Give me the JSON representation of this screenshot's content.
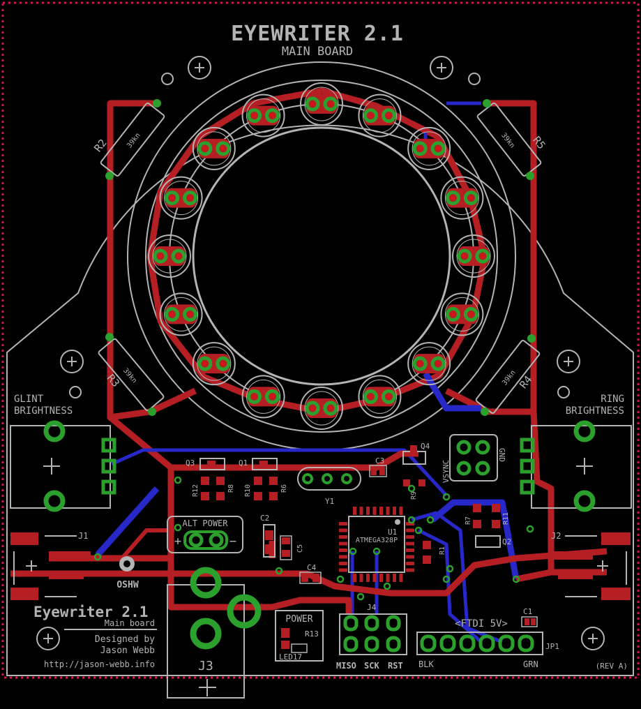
{
  "colors": {
    "background": "#000000",
    "silkscreen": "#b4b4b4",
    "copper_top": "#b51f24",
    "copper_bottom": "#2828c8",
    "pad": "#2ca02c",
    "drill": "#e01010",
    "dimension": "#c8185a"
  },
  "board": {
    "title": "EYEWRITER 2.1",
    "subtitle": "MAIN BOARD",
    "name": "Eyewriter 2.1",
    "name_sub": "Main board",
    "credit_1": "Designed by",
    "credit_2": "Jason Webb",
    "url": "http://jason-webb.info",
    "revision": "(REV A)",
    "oshw": "OSHW"
  },
  "labels": {
    "glint": [
      "GLINT",
      "BRIGHTNESS"
    ],
    "ring": [
      "RING",
      "BRIGHTNESS"
    ],
    "alt_power": "ALT POWER",
    "alt_plus": "+",
    "alt_minus": "−",
    "power": "POWER",
    "ftdi": "<FTDI 5V>",
    "blk": "BLK",
    "grn": "GRN",
    "miso": "MISO",
    "sck": "SCK",
    "rst": "RST",
    "vsync": "VSYNC",
    "gnd": "GND",
    "mcu": "ATMEGA328P",
    "resistor_value": "39kn"
  },
  "designators": {
    "r2": "R2",
    "r3": "R3",
    "r4": "R4",
    "r5": "R5",
    "j1": "J1",
    "j2": "J2",
    "j3": "J3",
    "j4": "J4",
    "jp1": "JP1",
    "q1": "Q1",
    "q2": "Q2",
    "q3": "Q3",
    "q4": "Q4",
    "u1": "U1",
    "y1": "Y1",
    "c1": "C1",
    "c2": "C2",
    "c3": "C3",
    "c4": "C4",
    "c5": "C5",
    "r1": "R1",
    "r6": "R6",
    "r7": "R7",
    "r8": "R8",
    "r9": "R9",
    "r10": "R10",
    "r11": "R11",
    "r12": "R12",
    "r13": "R13",
    "led17": "LED17"
  }
}
